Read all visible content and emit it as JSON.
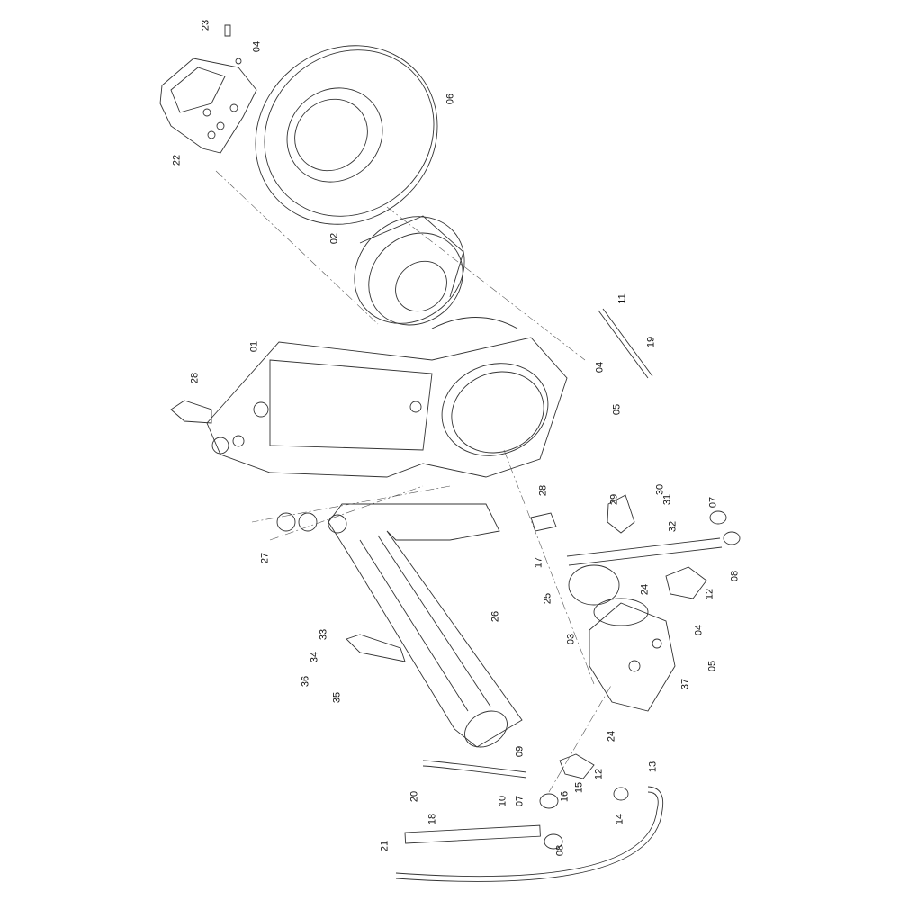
{
  "callouts": [
    "23",
    "04",
    "22",
    "06",
    "02",
    "11",
    "19",
    "01",
    "28",
    "04",
    "05",
    "30",
    "31",
    "32",
    "29",
    "28",
    "07",
    "27",
    "17",
    "25",
    "24",
    "12",
    "08",
    "33",
    "26",
    "03",
    "04",
    "05",
    "34",
    "36",
    "35",
    "37",
    "09",
    "24",
    "20",
    "12",
    "13",
    "10",
    "07",
    "16",
    "15",
    "14",
    "18",
    "08",
    "21"
  ]
}
